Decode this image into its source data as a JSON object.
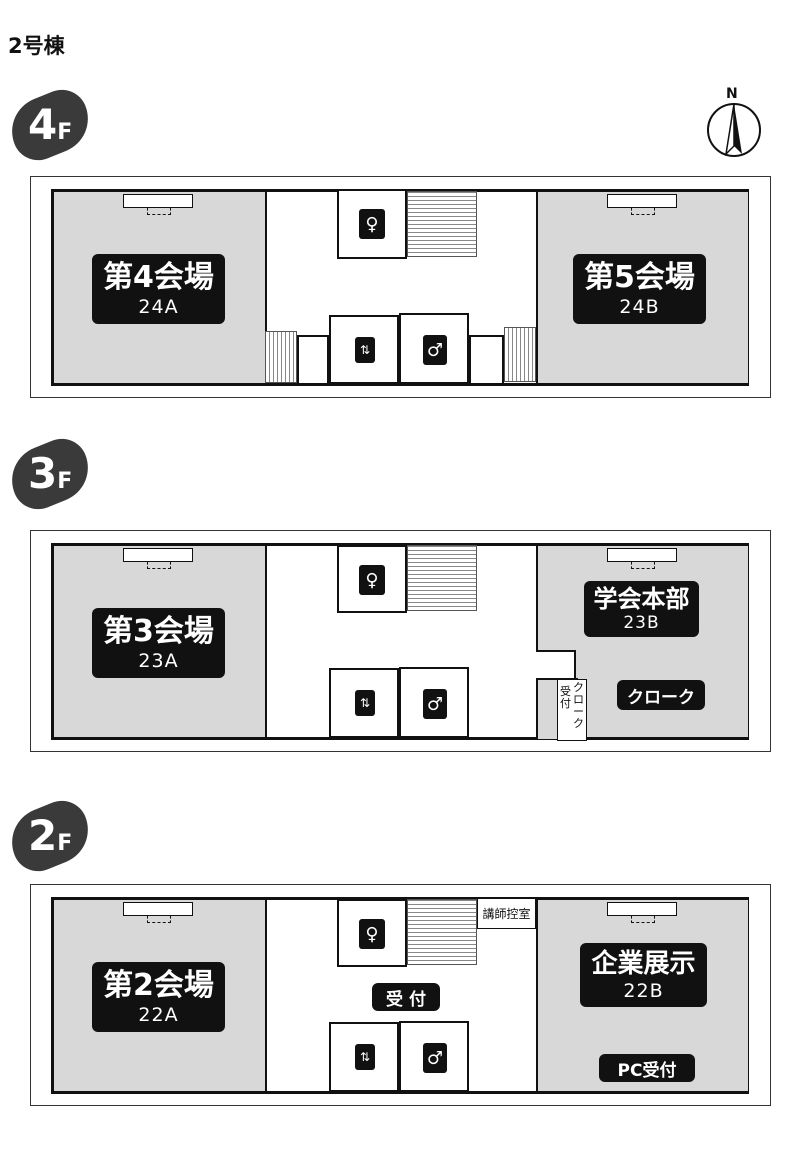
{
  "building_title": "2号棟",
  "compass": {
    "label": "N"
  },
  "floors": {
    "f4": {
      "number": "4",
      "suffix": "F",
      "room_a_name": "第4会場",
      "room_a_code": "24A",
      "room_b_name": "第5会場",
      "room_b_code": "24B"
    },
    "f3": {
      "number": "3",
      "suffix": "F",
      "room_a_name": "第3会場",
      "room_a_code": "23A",
      "room_b_name": "学会本部",
      "room_b_code": "23B",
      "cloak": "クローク",
      "cloak_desk_1": "受付",
      "cloak_desk_2": "クローク"
    },
    "f2": {
      "number": "2",
      "suffix": "F",
      "room_a_name": "第2会場",
      "room_a_code": "22A",
      "room_b_name": "企業展示",
      "room_b_code": "22B",
      "reception": "受 付",
      "pc_reception": "PC受付",
      "lecturer_room": "講師控室"
    }
  },
  "icons": {
    "female": "female-restroom-icon",
    "male": "male-restroom-icon",
    "elevator": "elevator-icon"
  }
}
